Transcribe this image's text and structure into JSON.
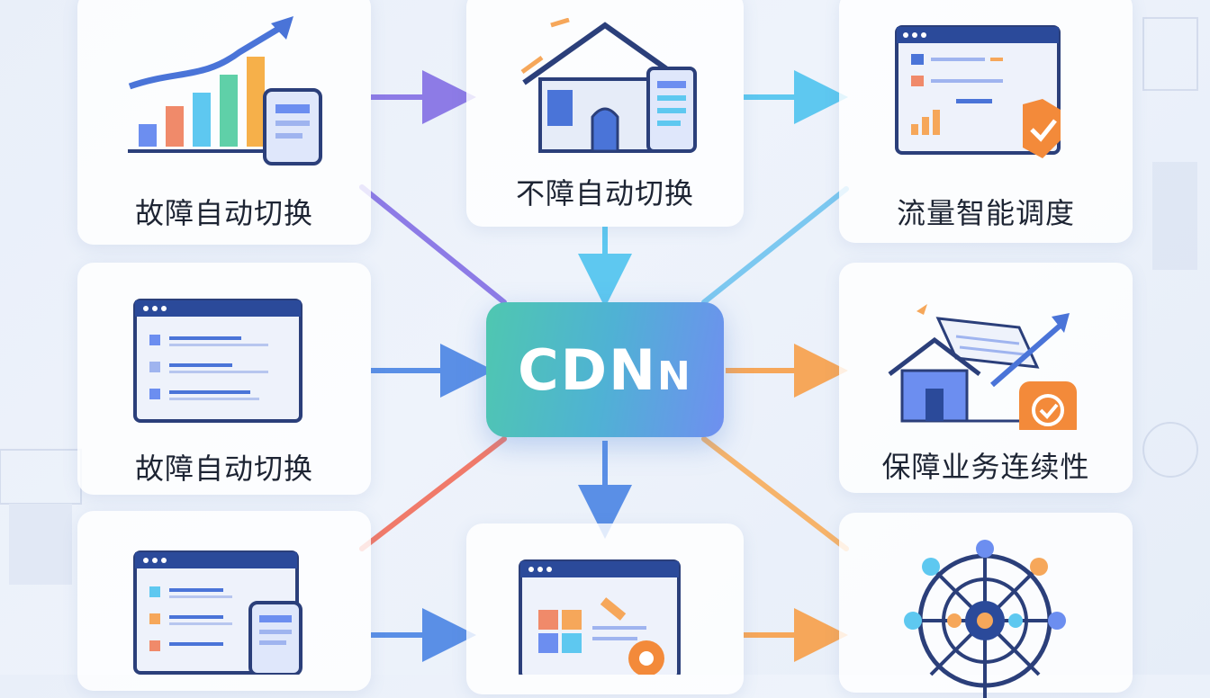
{
  "center": {
    "title": "CDN",
    "title_suffix": "N"
  },
  "cards": {
    "top_left": {
      "label": "故障自动切换"
    },
    "top_middle": {
      "label": "不障自动切换"
    },
    "top_right": {
      "label": "流量智能调度"
    },
    "middle_left": {
      "label": "故障自动切换"
    },
    "middle_right": {
      "label": "保障业务连续性"
    }
  },
  "colors": {
    "purple": "#8d7be6",
    "blue": "#5a8fe6",
    "cyan": "#5ec8f0",
    "orange": "#f6a75a",
    "coral": "#f07a6a"
  }
}
